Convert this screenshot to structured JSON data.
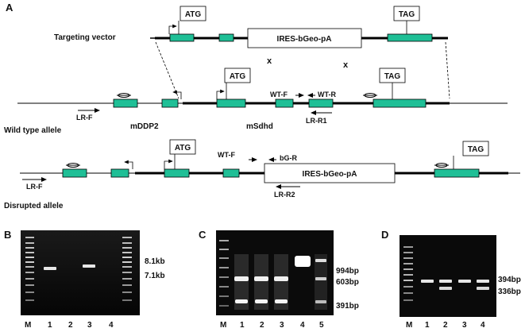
{
  "panels": {
    "a": "A",
    "b": "B",
    "c": "C",
    "d": "D"
  },
  "constructs": {
    "targeting": "Targeting vector",
    "wildtype": "Wild type allele",
    "disrupted": "Disrupted allele"
  },
  "boxes": {
    "atg": "ATG",
    "tag": "TAG",
    "cassette": "IRES-bGeo-pA"
  },
  "recombination_mark": "x",
  "genes": {
    "ddp2": "mDDP2",
    "sdhd": "mSdhd"
  },
  "primers": {
    "lr_f": "LR-F",
    "wt_f": "WT-F",
    "wt_r": "WT-R",
    "lr_r1": "LR-R1",
    "bg_r": "bG-R",
    "lr_r2": "LR-R2"
  },
  "gel_b": {
    "lanes": [
      "M",
      "1",
      "2",
      "3",
      "4"
    ],
    "sizes": [
      "8.1kb",
      "7.1kb"
    ]
  },
  "gel_c": {
    "lanes": [
      "M",
      "1",
      "2",
      "3",
      "4",
      "5"
    ],
    "sizes": [
      "994bp",
      "603bp",
      "391bp"
    ]
  },
  "gel_d": {
    "lanes": [
      "M",
      "1",
      "2",
      "3",
      "4"
    ],
    "sizes": [
      "394bp",
      "336bp"
    ]
  },
  "colors": {
    "exon": "#1fbf96",
    "gel_bg": "#0c0c0c"
  }
}
